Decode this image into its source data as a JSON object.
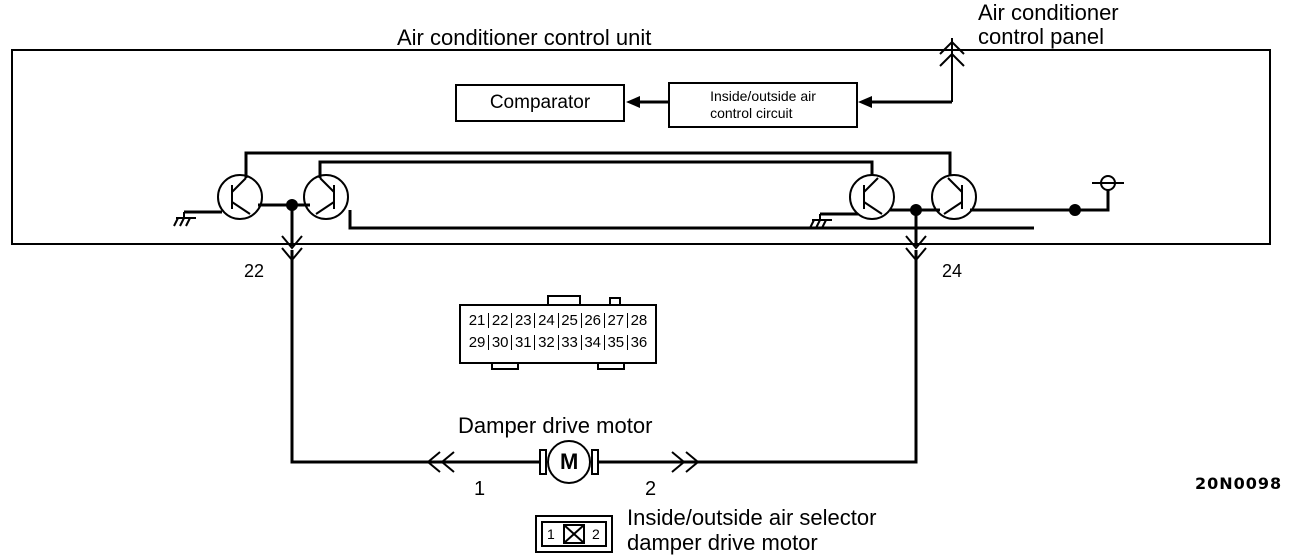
{
  "labels": {
    "control_unit": "Air conditioner control unit",
    "control_panel_line1": "Air conditioner",
    "control_panel_line2": "control panel",
    "comparator": "Comparator",
    "circuit_line1": "Inside/outside air",
    "circuit_line2": "control circuit",
    "terminal_left": "22",
    "terminal_right": "24",
    "motor_title": "Damper drive motor",
    "motor_symbol": "M",
    "pin_1": "1",
    "pin_2": "2",
    "figure_code": "20N0098",
    "selector_line1": "Inside/outside air selector",
    "selector_line2": "damper drive motor"
  },
  "connector": {
    "row1": [
      "21",
      "22",
      "23",
      "24",
      "25",
      "26",
      "27",
      "28"
    ],
    "row2": [
      "29",
      "30",
      "31",
      "32",
      "33",
      "34",
      "35",
      "36"
    ]
  },
  "motor_connector": {
    "left": "1",
    "right": "2"
  }
}
